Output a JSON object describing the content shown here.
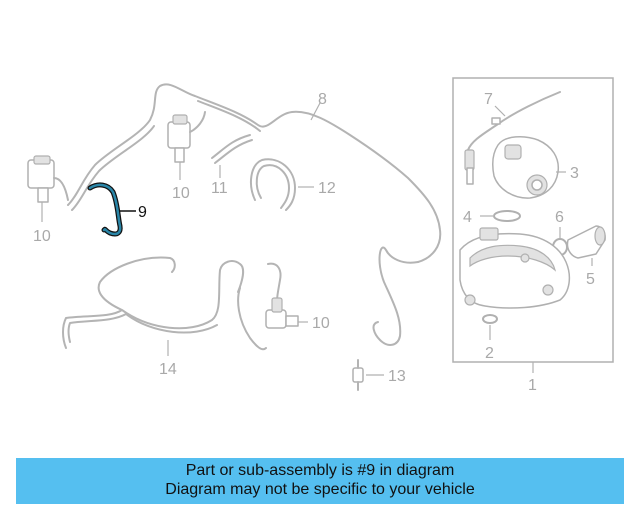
{
  "diagram": {
    "callouts": {
      "c1": "1",
      "c2": "2",
      "c3": "3",
      "c4": "4",
      "c5": "5",
      "c6": "6",
      "c7": "7",
      "c8": "8",
      "c9": "9",
      "c10a": "10",
      "c10b": "10",
      "c10c": "10",
      "c11": "11",
      "c12": "12",
      "c13": "13",
      "c14": "14"
    },
    "colors": {
      "highlight_part": "#2a86a8",
      "line_art": "#b4b4b4",
      "banner": "#55bff0"
    }
  },
  "banner": {
    "line1": "Part or sub-assembly is #9 in diagram",
    "line2": "Diagram may not be specific to your vehicle"
  }
}
